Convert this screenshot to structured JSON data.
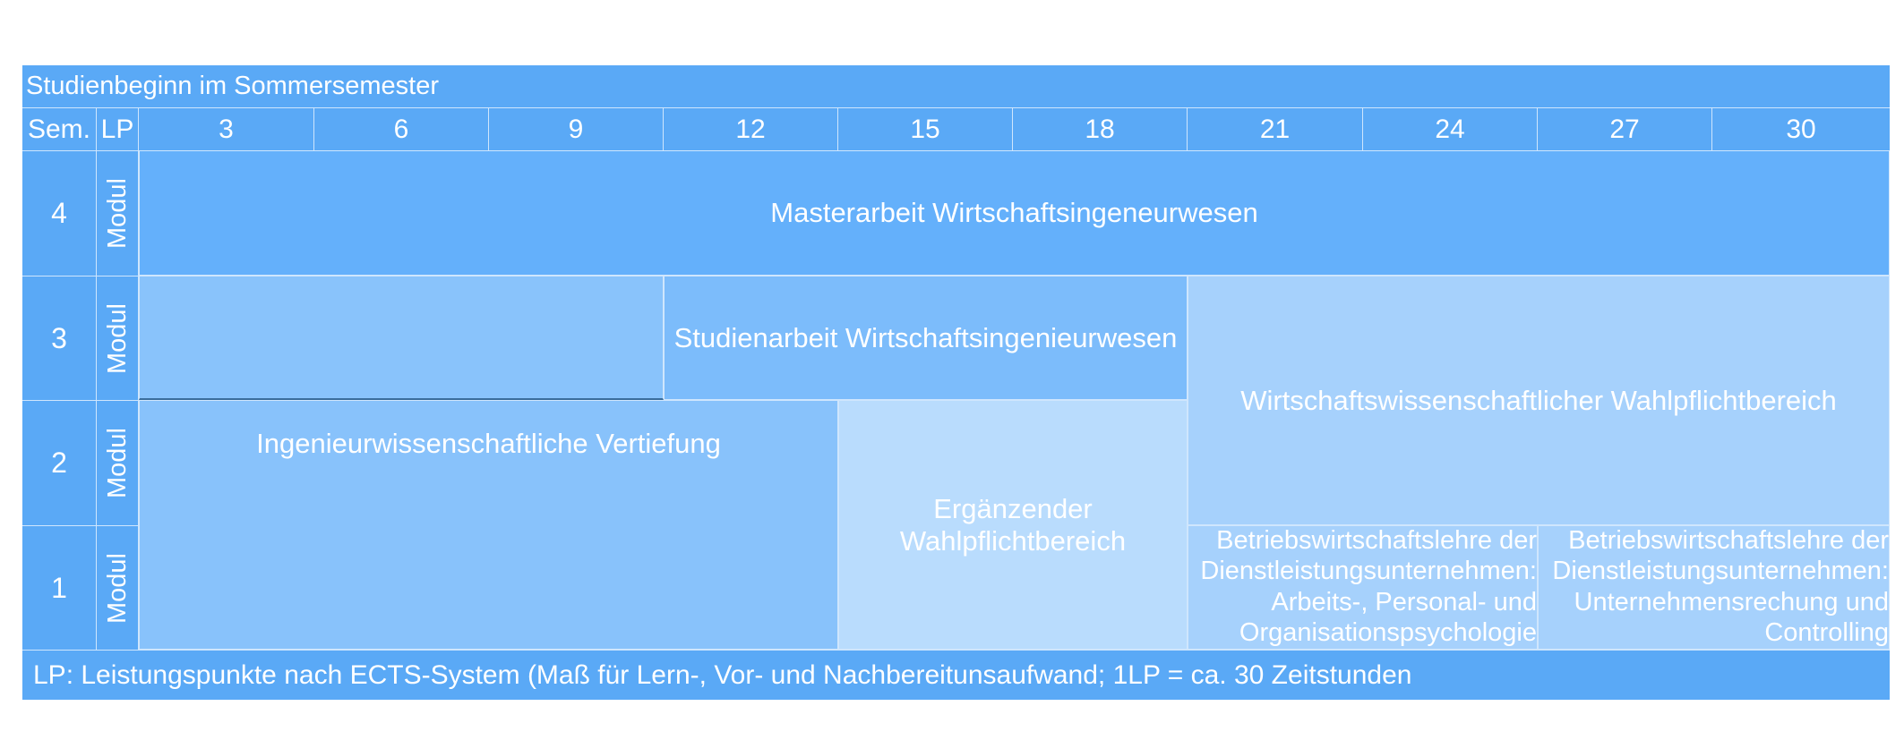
{
  "title": "Studienbeginn im Sommersemester",
  "header": {
    "sem": "Sem.",
    "lp": "LP",
    "lp_values": [
      "3",
      "6",
      "9",
      "12",
      "15",
      "18",
      "21",
      "24",
      "27",
      "30"
    ]
  },
  "semesters": [
    {
      "sem": "4",
      "label": "Modul"
    },
    {
      "sem": "3",
      "label": "Modul"
    },
    {
      "sem": "2",
      "label": "Modul"
    },
    {
      "sem": "1",
      "label": "Modul"
    }
  ],
  "modules": {
    "masterarbeit": "Masterarbeit Wirtschaftsingeneurwesen",
    "studienarbeit": "Studienarbeit Wirtschaftsingenieurwesen",
    "wiwi_wahlpflicht": "Wirtschaftswissenschaftlicher Wahlpflichtbereich",
    "ing_vertiefung": "Ingenieurwissenschaftliche Vertiefung",
    "ergaenzend_line1": "Ergänzender",
    "ergaenzend_line2": "Wahlpflichtbereich",
    "bwl_a_line1": "Betriebswirtschaftslehre der",
    "bwl_a_line2": "Dienstleistungsunternehmen:",
    "bwl_a_line3": "Arbeits-, Personal- und",
    "bwl_a_line4": "Organisationspsychologie",
    "bwl_b_line1": "Betriebswirtschaftslehre der",
    "bwl_b_line2": "Dienstleistungsunternehmen:",
    "bwl_b_line3": "Unternehmensrechung und",
    "bwl_b_line4": "Controlling"
  },
  "footer": "LP: Leistungspunkte nach ECTS-System (Maß für Lern-, Vor- und Nachbereitunsaufwand; 1LP = ca. 30 Zeitstunden",
  "colors": {
    "header_blue": "#5aa9f6",
    "masterarbeit": "#64b0fb",
    "studienarbeit": "#7cbcfb",
    "empty_block": "#89c3fb",
    "ing_vertiefung": "#88c2fb",
    "ergaenzend": "#b9dcfd",
    "wiwi": "#a6d1fc"
  }
}
